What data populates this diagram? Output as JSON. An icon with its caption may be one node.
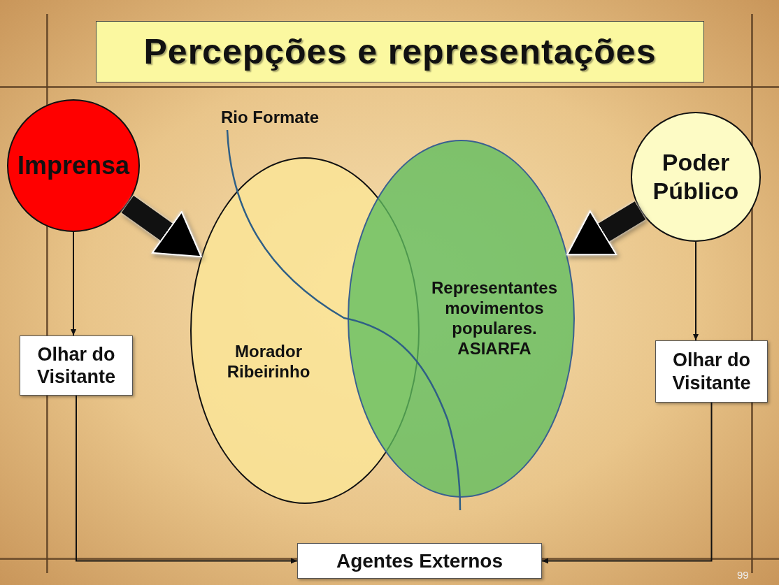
{
  "diagram": {
    "title": "Percepções e representações",
    "nodes": [
      {
        "text": [
          "Imprensa"
        ]
      },
      {
        "text": [
          "Poder Público"
        ]
      },
      {
        "text": [
          "Morador Ribeirinho"
        ]
      },
      {
        "text": [
          "Representantes movimentos populares. ASIARFA"
        ]
      },
      {
        "text": [
          "Olhar do Visitante"
        ]
      },
      {
        "text": [
          "Olhar do Visitante"
        ]
      },
      {
        "text": [
          "Agentes Externos"
        ]
      }
    ],
    "edges": [
      {
        "from": 0,
        "to": 2,
        "arrow": "to",
        "style": "thick"
      },
      {
        "from": 1,
        "to": 3,
        "arrow": "to",
        "style": "thick"
      },
      {
        "from": 0,
        "to": 4,
        "arrow": "to"
      },
      {
        "from": 1,
        "to": 5,
        "arrow": "to"
      },
      {
        "from": 4,
        "to": 6,
        "arrow": "to"
      },
      {
        "from": 5,
        "to": 6,
        "arrow": "to"
      }
    ],
    "labels": [
      "Rio Formate",
      "99"
    ]
  }
}
